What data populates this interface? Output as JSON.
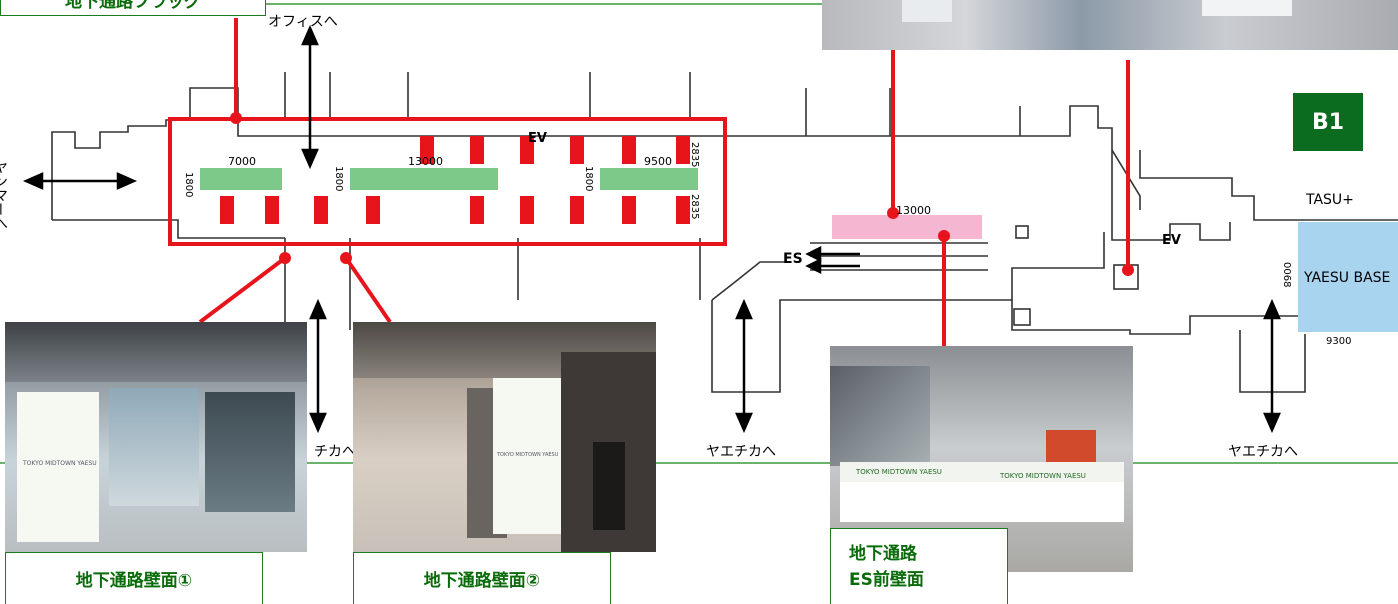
{
  "floor_label": "B1",
  "directions": {
    "office": "オフィスへ",
    "yanmar": "ヤンマーへ",
    "yaechika_1": "チカへ",
    "yaechika_2": "ヤエチカへ",
    "yaechika_3": "ヤエチカへ"
  },
  "map_labels": {
    "ev_left": "EV",
    "ev_right": "EV",
    "es": "ES",
    "tasu": "TASU+",
    "yaesu_base": "YAESU BASE"
  },
  "dimensions": {
    "d7000": "7000",
    "d13000a": "13000",
    "d9500": "9500",
    "d2835a": "2835",
    "d2835b": "2835",
    "d1800a": "1800",
    "d1800b": "1800",
    "d1800c": "1800",
    "d13000b": "13000",
    "d9300": "9300",
    "d0068": "0068"
  },
  "captions": {
    "passage_flag": "地下通路フラッグ",
    "wall_1": "地下通路壁面①",
    "wall_2": "地下通路壁面②",
    "es_wall_line1": "地下通路",
    "es_wall_line2": "ES前壁面"
  },
  "signage": {
    "brand": "TOKYO MIDTOWN YAESU"
  },
  "colors": {
    "accent_green": "#0b6b1f",
    "highlight_red": "#e8141c",
    "zone_green": "#7dc98a",
    "zone_pink": "#f4b6d0",
    "zone_blue": "#a8d4f0"
  }
}
